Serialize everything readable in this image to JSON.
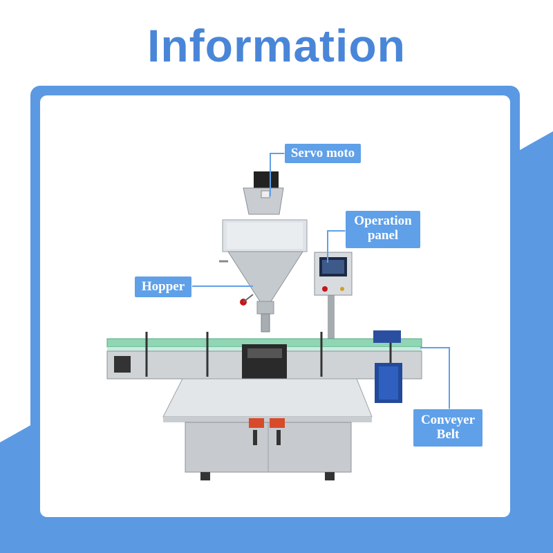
{
  "page": {
    "title": "Information",
    "title_color": "#4a86d8",
    "accent_color": "#5b99e3",
    "label_color": "#5fa0e8"
  },
  "callouts": {
    "servo": "Servo moto",
    "operation_line1": "Operation",
    "operation_line2": "panel",
    "hopper": "Hopper",
    "conveyer_line1": "Conveyer",
    "conveyer_line2": "Belt"
  }
}
